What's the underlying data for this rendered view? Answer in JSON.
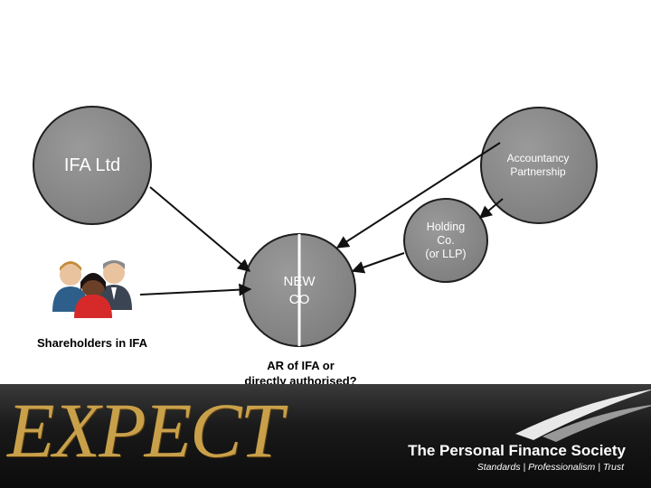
{
  "nodes": {
    "ifa": {
      "label": "IFA Ltd"
    },
    "accountancy": {
      "label": "Accountancy Partnership"
    },
    "holding": {
      "line1": "Holding",
      "line2": "Co.",
      "line3": "(or LLP)"
    },
    "newco": {
      "line1": "NEW",
      "line2": "CO"
    }
  },
  "shareholders": {
    "label": "Shareholders in IFA",
    "icon": "people-group-icon"
  },
  "newco_caption": {
    "line1": "AR of IFA or",
    "line2": "directly authorised?"
  },
  "footer": {
    "watermark": "EXPECT",
    "org_name": "The Personal Finance Society",
    "tagline": "Standards | Professionalism | Trust"
  },
  "colors": {
    "circle_fill": "#8c8c8c",
    "circle_stroke": "#1e1e1e",
    "arrow": "#111111",
    "footer_bg": "#111111",
    "watermark": "#c9a04a"
  }
}
